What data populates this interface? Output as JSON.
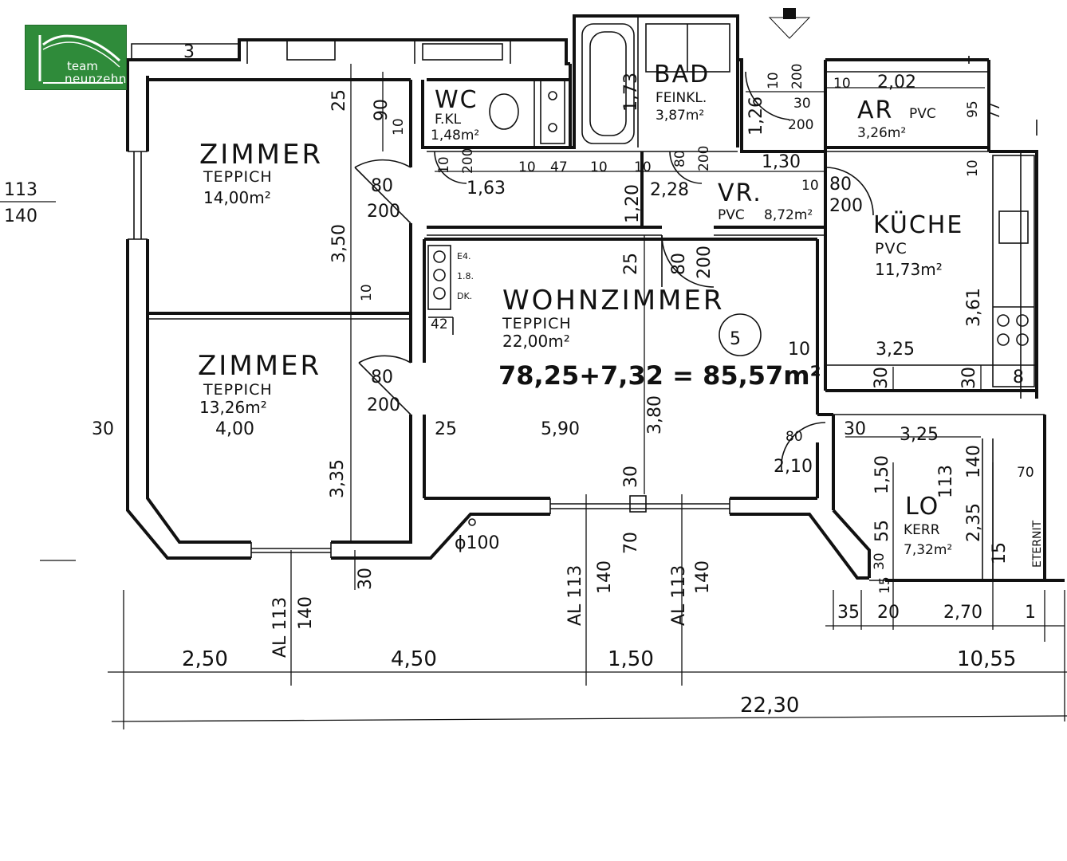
{
  "logo": {
    "line1": "team",
    "line2": "neunzehn",
    "color": "#2f8b3a"
  },
  "apartment_number": "5",
  "total_area": "78,25+7,32 = 85,57m²",
  "rooms": {
    "zimmer1": {
      "name": "ZIMMER",
      "floor": "TEPPICH",
      "area": "14,00m²"
    },
    "zimmer2": {
      "name": "ZIMMER",
      "floor": "TEPPICH",
      "area": "13,26m²"
    },
    "wc": {
      "name": "WC",
      "floor": "F.KL",
      "area": "1,48m²"
    },
    "bad": {
      "name": "BAD",
      "floor": "FEINKL.",
      "area": "3,87m²"
    },
    "ar": {
      "name": "AR",
      "floor": "PVC",
      "area": "3,26m²"
    },
    "vr": {
      "name": "VR.",
      "floor": "PVC",
      "area": "8,72m²"
    },
    "kueche": {
      "name": "KÜCHE",
      "floor": "PVC",
      "area": "11,73m²"
    },
    "wohnzimmer": {
      "name": "WOHNZIMMER",
      "floor": "TEPPICH",
      "area": "22,00m²"
    },
    "loggia": {
      "name": "LO",
      "floor": "KERR",
      "area": "7,32m²"
    }
  },
  "storage_labels": [
    "E4.",
    "1.8.",
    "DK."
  ],
  "eternit_label": "ETERNIT",
  "left_margin": {
    "top": "113",
    "bottom": "140"
  },
  "dimensions": {
    "d_3": "3",
    "d_25a": "25",
    "d_90": "90",
    "d_10a": "10",
    "d_173": "1,73",
    "d_126": "1,26",
    "d_10b": "10",
    "d_200a": "200",
    "d_30a": "30",
    "d_200b": "200",
    "d_10c": "10",
    "d_202": "2,02",
    "d_954": "95",
    "d_77": "77",
    "d_10d": "10",
    "d_80a": "80",
    "d_200c": "200",
    "d_163": "1,63",
    "d_10e": "10",
    "d_47": "47",
    "d_10f": "10",
    "d_10g": "10",
    "d_80b": "80",
    "d_200d": "200",
    "d_130": "1,30",
    "d_10h": "10",
    "d_80c": "80",
    "d_200e": "200",
    "d_120": "1,20",
    "d_228": "2,28",
    "d_350": "3,50",
    "d_10i": "10",
    "d_25b": "25",
    "d_80d": "80",
    "d_200f": "200",
    "d_361": "3,61",
    "d_42": "42",
    "d_10j": "10",
    "d_325a": "3,25",
    "d_80e": "80",
    "d_200g": "200",
    "d_30b": "30",
    "d_30c": "30",
    "d_8": "8",
    "d_400": "4,00",
    "d_30d": "30",
    "d_25c": "25",
    "d_590": "5,90",
    "d_380": "3,80",
    "d_80f": "80",
    "d_210": "2,10",
    "d_30e": "30",
    "d_325b": "3,25",
    "d_150": "1,50",
    "d_113a": "113",
    "d_235": "2,35",
    "d_140a": "140",
    "d_70a": "70",
    "d_335": "3,35",
    "d_30f": "30",
    "d_55": "55",
    "d_15a": "15",
    "d_100": "ϕ100",
    "d_70b": "70",
    "d_30g": "30",
    "d_15b": "15",
    "d_35": "35",
    "d_20": "20",
    "d_270": "2,70",
    "d_1": "1",
    "d_30h": "30",
    "al1": "AL 113",
    "al1b": "140",
    "al2": "AL 113",
    "al2b": "140",
    "al3": "AL 113",
    "al3b": "140"
  },
  "baseline": {
    "seg1": "2,50",
    "seg2": "4,50",
    "seg3": "1,50",
    "seg4": "10,55",
    "total": "22,30"
  }
}
